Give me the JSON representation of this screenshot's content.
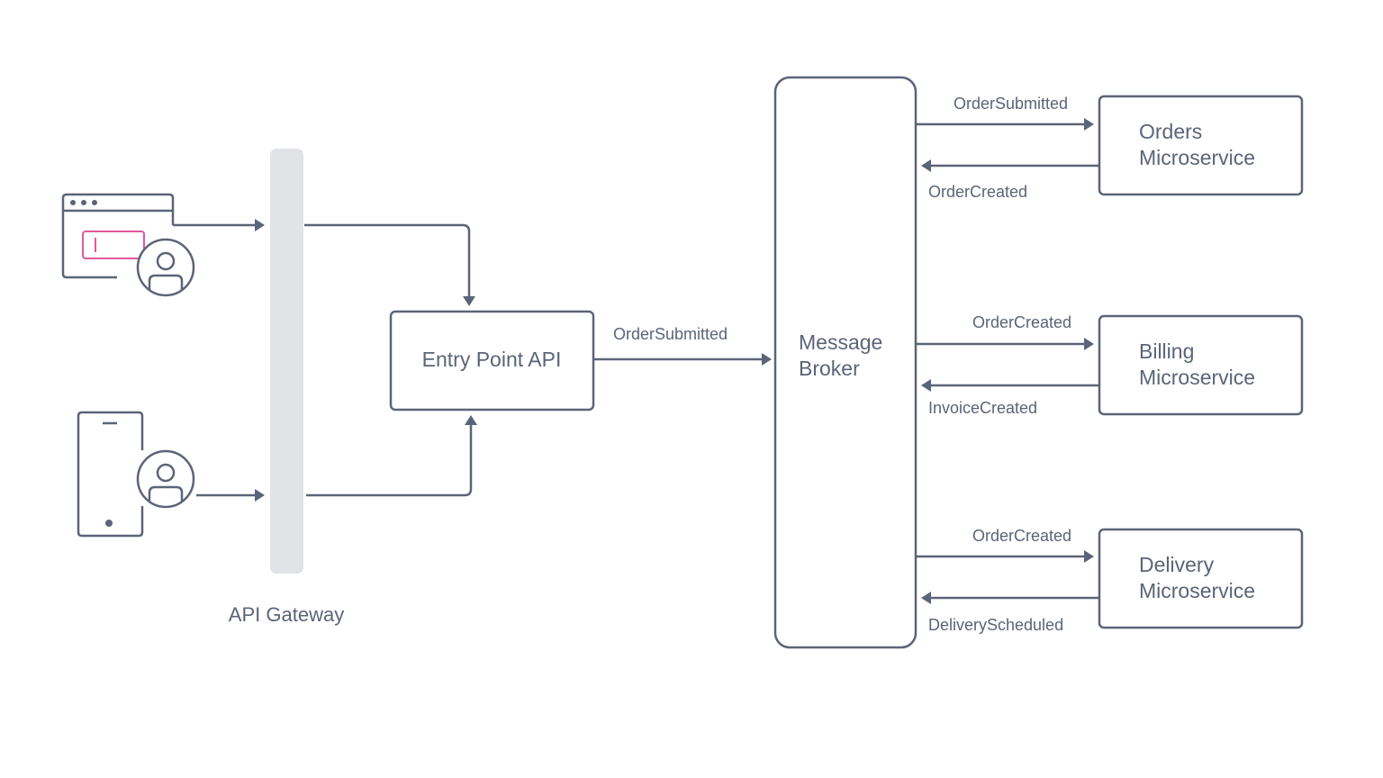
{
  "colors": {
    "stroke": "#5b6478",
    "gateway_bar": "#e2e3e7",
    "input_accent": "#e0589c",
    "background": "#ffffff"
  },
  "clients": {
    "web": {
      "icon": "browser-user-icon"
    },
    "mobile": {
      "icon": "mobile-user-icon"
    }
  },
  "gateway": {
    "label": "API Gateway"
  },
  "entry": {
    "label": "Entry Point API"
  },
  "broker": {
    "line1": "Message",
    "line2": "Broker"
  },
  "entry_to_broker": {
    "label": "OrderSubmitted"
  },
  "services": [
    {
      "line1": "Orders",
      "line2": "Microservice",
      "out_label": "OrderSubmitted",
      "in_label": "OrderCreated"
    },
    {
      "line1": "Billing",
      "line2": "Microservice",
      "out_label": "OrderCreated",
      "in_label": "InvoiceCreated"
    },
    {
      "line1": "Delivery",
      "line2": "Microservice",
      "out_label": "OrderCreated",
      "in_label": "DeliveryScheduled"
    }
  ]
}
